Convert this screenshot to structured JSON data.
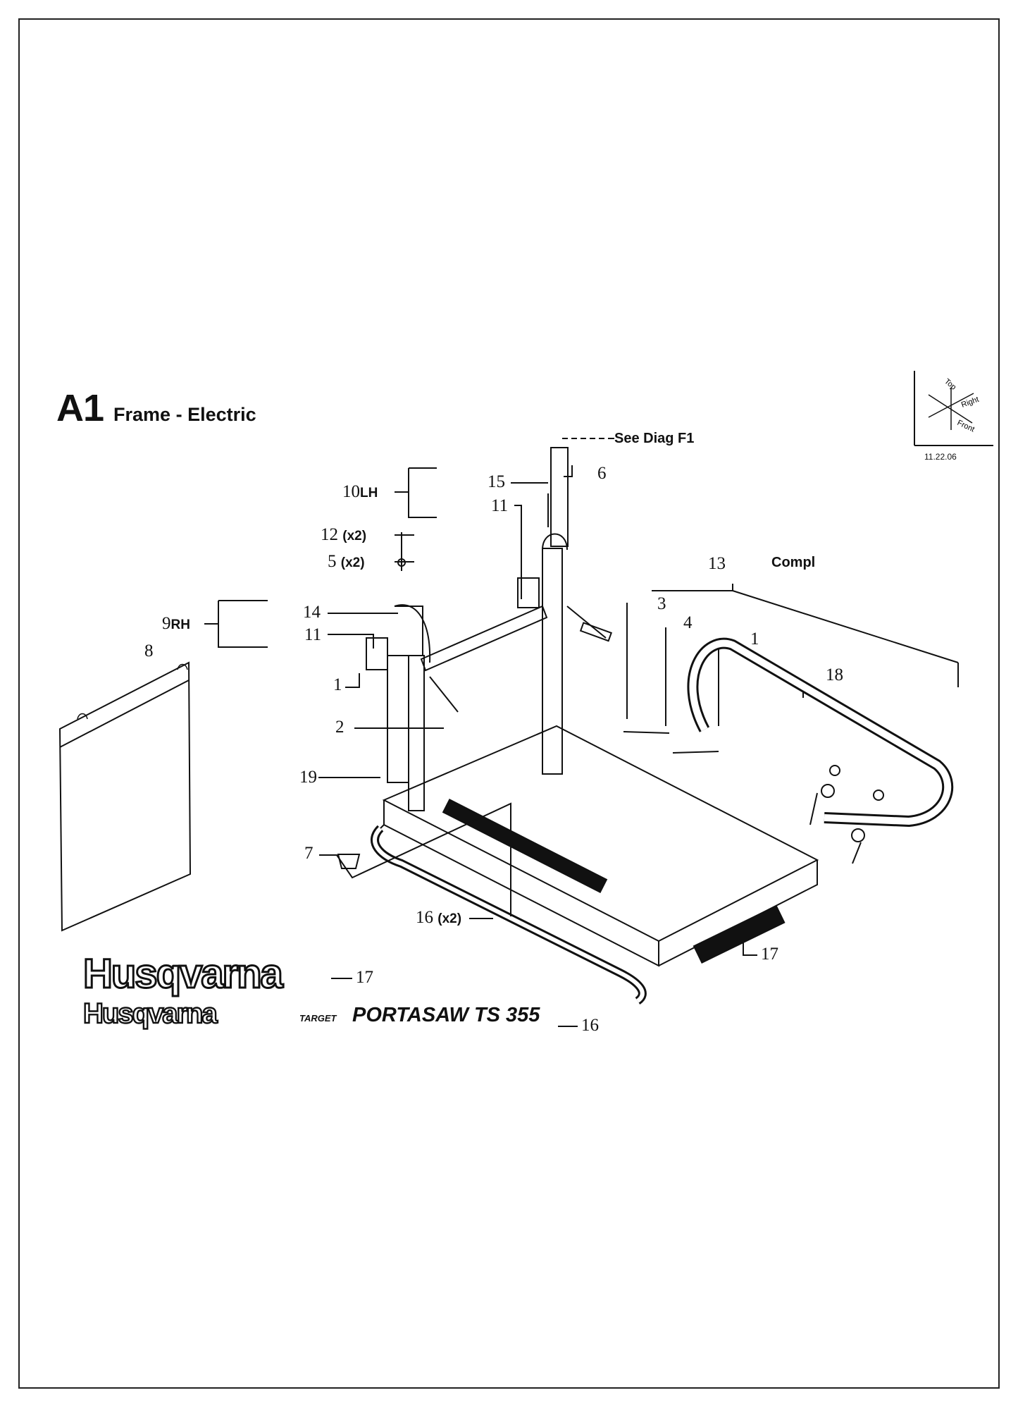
{
  "section": {
    "code": "A1",
    "title": "Frame - Electric"
  },
  "orientation": {
    "top": "Top",
    "right": "Right",
    "front": "Front",
    "date": "11.22.06"
  },
  "notes": {
    "see_diag": "See Diag F1",
    "compl": "Compl"
  },
  "callouts": {
    "c15": "15",
    "c6": "6",
    "c11a": "11",
    "c10": "10",
    "c10_side": "LH",
    "c12": "12",
    "c12_qty": "(x2)",
    "c5": "5",
    "c5_qty": "(x2)",
    "c13": "13",
    "c3": "3",
    "c4": "4",
    "c1a": "1",
    "c18": "18",
    "c9": "9",
    "c9_side": "RH",
    "c8": "8",
    "c14": "14",
    "c11b": "11",
    "c1b": "1",
    "c2": "2",
    "c19": "19",
    "c7": "7",
    "c16a": "16",
    "c16a_qty": "(x2)",
    "c17a": "17",
    "c17b": "17",
    "c16b": "16"
  },
  "decals": {
    "brand_large": "Husqvarna",
    "brand_small": "Husqvarna",
    "target": "TARGET",
    "model": "PORTASAW TS 355"
  }
}
